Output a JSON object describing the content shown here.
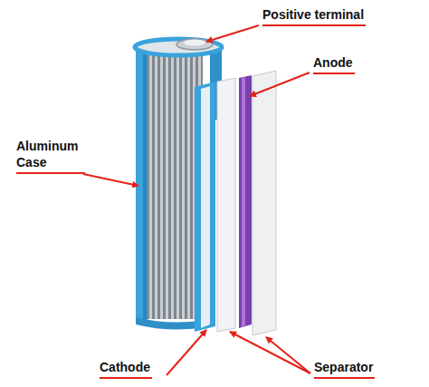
{
  "diagram": {
    "labels": [
      "Positive terminal",
      "Anode",
      "Aluminum Case",
      "Cathode",
      "Separator"
    ]
  }
}
